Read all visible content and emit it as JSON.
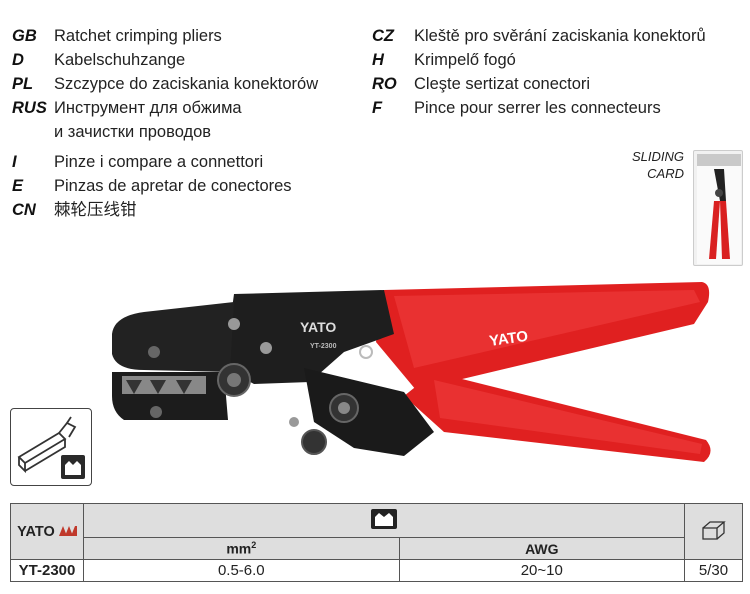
{
  "languages_left": [
    {
      "code": "GB",
      "text": "Ratchet crimping pliers"
    },
    {
      "code": "D",
      "text": "Kabelschuhzange"
    },
    {
      "code": "PL",
      "text": "Szczypce do zaciskania konektorów"
    },
    {
      "code": "RUS",
      "text": "Инструмент для обжима"
    },
    {
      "code": "",
      "text": "и зачистки проводов"
    },
    {
      "code": "I",
      "text": "Pinze i compare a connettori"
    },
    {
      "code": "E",
      "text": "Pinzas de apretar de conectores"
    },
    {
      "code": "CN",
      "text": "棘轮压线钳"
    }
  ],
  "languages_right": [
    {
      "code": "CZ",
      "text": "Kleště pro svěrání zaciskania konektorů"
    },
    {
      "code": "H",
      "text": "Krimpelő fogó"
    },
    {
      "code": "RO",
      "text": "Cleşte sertizat conectori"
    },
    {
      "code": "F",
      "text": "Pince pour serrer les connecteurs"
    }
  ],
  "packaging": {
    "line1": "SLIDING",
    "line2": "CARD"
  },
  "product": {
    "brand": "YATO",
    "model": "YT-2300",
    "handle_brand": "YATO",
    "colors": {
      "handle": "#e02020",
      "body": "#1c1c1c",
      "accent": "#c0392b"
    }
  },
  "table": {
    "brand": "YATO",
    "header_mm": "mm",
    "header_mm_sup": "2",
    "header_awg": "AWG",
    "crimp_icon": "crimp-profile-icon",
    "box_icon": "box-icon",
    "model": "YT-2300",
    "mm_value": "0.5-6.0",
    "awg_value": "20~10",
    "qty": "5/30"
  }
}
